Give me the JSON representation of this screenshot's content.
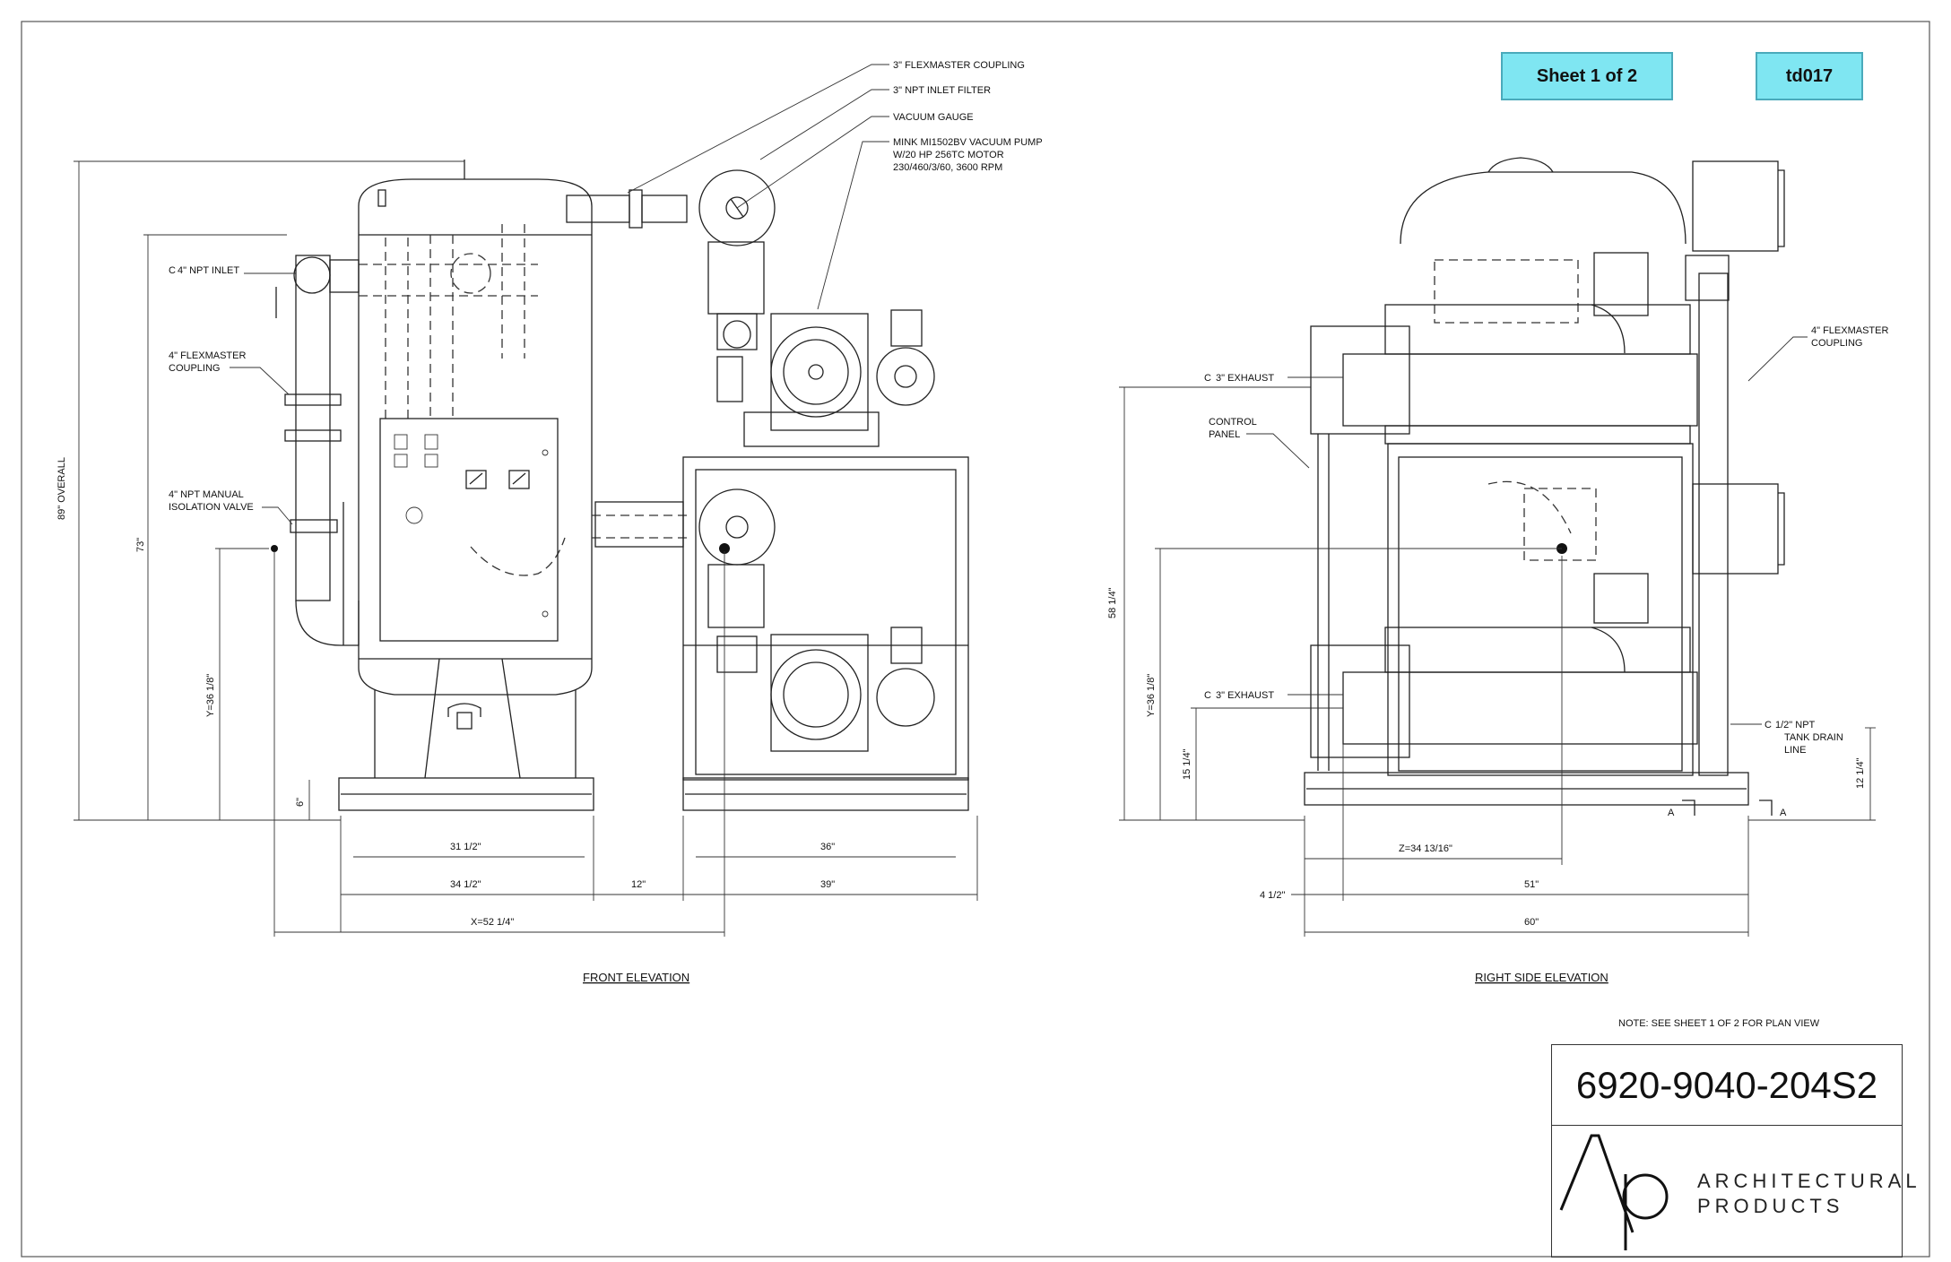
{
  "sheet_badge": "Sheet 1 of 2",
  "code_badge": "td017",
  "callouts": {
    "coupling_3": "3\" FLEXMASTER COUPLING",
    "inlet_filter": "3\" NPT INLET FILTER",
    "vacuum_gauge": "VACUUM GAUGE",
    "pump_l1": "MINK MI1502BV VACUUM PUMP",
    "pump_l2": "W/20 HP 256TC MOTOR",
    "pump_l3": "230/460/3/60, 3600 RPM",
    "inlet_4": "4\" NPT INLET",
    "coupling_4_l1": "4\" FLEXMASTER",
    "coupling_4_l2": "COUPLING",
    "iso_valve_l1": "4\" NPT MANUAL",
    "iso_valve_l2": "ISOLATION VALVE",
    "exhaust_upper": "3\" EXHAUST",
    "control_panel_l1": "CONTROL",
    "control_panel_l2": "PANEL",
    "exhaust_lower": "3\" EXHAUST",
    "coupling_4r_l1": "4\" FLEXMASTER",
    "coupling_4r_l2": "COUPLING",
    "drain_l1": "1/2\" NPT",
    "drain_l2": "TANK DRAIN",
    "drain_l3": "LINE",
    "section_a": "A",
    "centerline_mark": "C"
  },
  "dimensions": {
    "overall_89": "89\" OVERALL",
    "h73": "73\"",
    "y_front": "Y=36 1/8\"",
    "h6": "6\"",
    "w31_5": "31 1/2\"",
    "w34_5": "34 1/2\"",
    "w12": "12\"",
    "w36": "36\"",
    "w39": "39\"",
    "x_total": "X=52 1/4\"",
    "h58_25": "58 1/4\"",
    "y_side": "Y=36 1/8\"",
    "h15_25": "15 1/4\"",
    "h12_25": "12 1/4\"",
    "z": "Z=34 13/16\"",
    "w4_5": "4 1/2\"",
    "w51": "51\"",
    "w60": "60\""
  },
  "views": {
    "front": "FRONT ELEVATION",
    "side": "RIGHT SIDE ELEVATION"
  },
  "note": "NOTE: SEE SHEET 1 OF 2 FOR PLAN VIEW",
  "drawing_number": "6920-9040-204S2",
  "logo": {
    "line1": "ARCHITECTURAL",
    "line2": "PRODUCTS"
  }
}
